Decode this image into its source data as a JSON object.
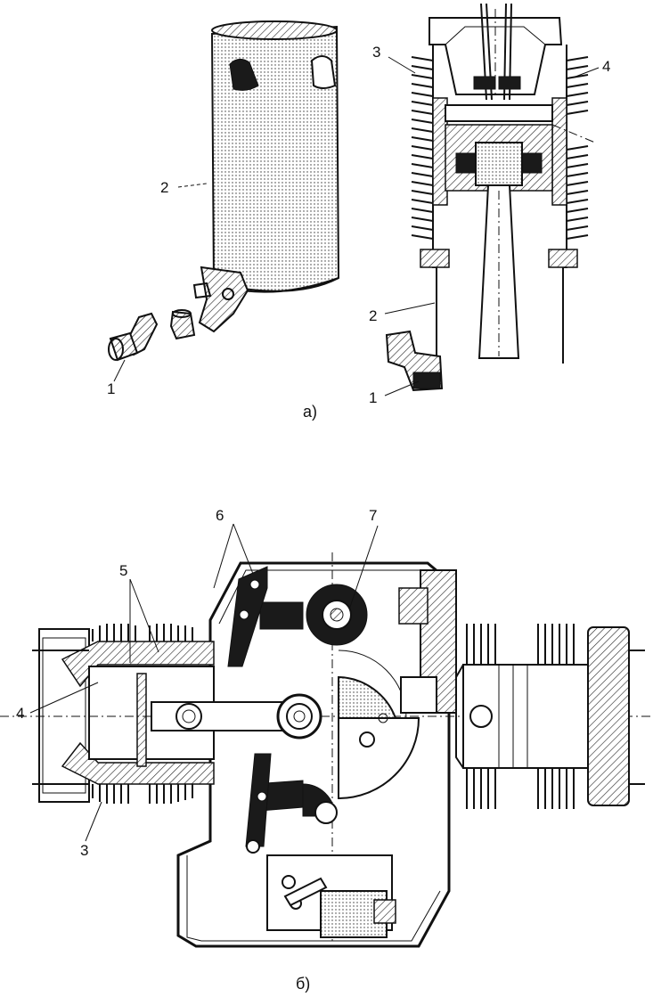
{
  "figure_a": {
    "caption": "а)",
    "left_labels": {
      "l1": "1",
      "l2": "2"
    },
    "right_labels": {
      "r1": "1",
      "r2": "2",
      "r3": "3",
      "r4": "4"
    }
  },
  "figure_b": {
    "caption": "б)",
    "labels": {
      "b3": "3",
      "b4": "4",
      "b5": "5",
      "b6": "6",
      "b7": "7"
    }
  }
}
